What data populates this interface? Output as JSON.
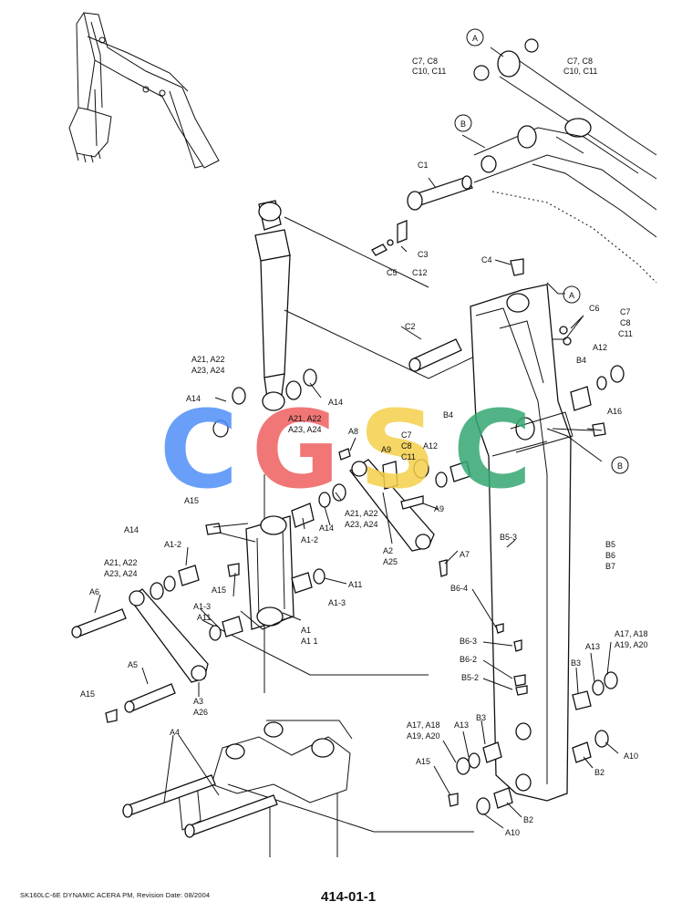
{
  "diagram": {
    "title_line": "SK160LC-6E DYNAMIC ACERA PM, Revision Date: 08/2004",
    "page_number": "414-01-1",
    "watermark": {
      "letters": [
        "C",
        "G",
        "S",
        "C"
      ],
      "colors": [
        "#4f8ff7",
        "#ef5f5f",
        "#f5cf4a",
        "#35a872"
      ]
    },
    "labels": {
      "A_top": "A",
      "B_top": "B",
      "A_mid": "A",
      "B_mid": "B",
      "c7c8_left": "C7, C8",
      "c10c11_left": "C10, C11",
      "c7c8_right": "C7, C8",
      "c10c11_right": "C10, C11",
      "c1": "C1",
      "c3": "C3",
      "c5": "C5",
      "c12": "C12",
      "c4": "C4",
      "c2": "C2",
      "c6": "C6",
      "c7": "C7",
      "c8": "C8",
      "c11": "C11",
      "a12_r": "A12",
      "b4_r": "B4",
      "a16": "A16",
      "a21_l1": "A21, A22",
      "a23_l1": "A23, A24",
      "a14_1": "A14",
      "a14_2": "A14",
      "a21_m1": "A21, A22",
      "a23_m1": "A23, A24",
      "a8": "A8",
      "a9_1": "A9",
      "c7_m": "C7",
      "c8_m": "C8",
      "c11_m": "C11",
      "a12_m": "A12",
      "b4_m": "B4",
      "a9_2": "A9",
      "a15_1": "A15",
      "a14_3": "A14",
      "a1_2a": "A1-2",
      "a14_4": "A14",
      "a1_2b": "A1-2",
      "a21_m2": "A21, A22",
      "a23_m2": "A23, A24",
      "a2": "A2",
      "a25": "A25",
      "a7": "A7",
      "a21_l2": "A21, A22",
      "a23_l2": "A23, A24",
      "a15_2": "A15",
      "a11_1": "A11",
      "a1_3a": "A1-3",
      "a1_3b": "A1-3",
      "a11_2": "A11",
      "a1": "A1",
      "a1_1": "A1 1",
      "a6": "A6",
      "a5": "A5",
      "a3": "A3",
      "a26": "A26",
      "a15_3": "A15",
      "a4": "A4",
      "b5_3": "B5-3",
      "b5": "B5",
      "b6": "B6",
      "b7": "B7",
      "b6_4": "B6-4",
      "b6_3": "B6-3",
      "b6_2": "B6-2",
      "b5_2": "B5-2",
      "a17_r": "A17, A18",
      "a19_r": "A19, A20",
      "a13_r": "A13",
      "b3_r": "B3",
      "a17_m": "A17, A18",
      "a19_m": "A19, A20",
      "a13_m": "A13",
      "b3_m": "B3",
      "a15_4": "A15",
      "a10_r": "A10",
      "b2_r": "B2",
      "b2_m": "B2",
      "a10_m": "A10"
    }
  }
}
